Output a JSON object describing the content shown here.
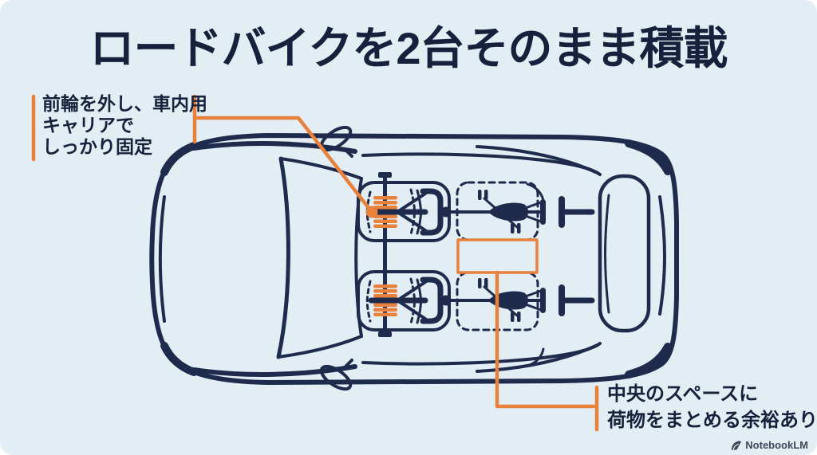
{
  "colors": {
    "background": "#e3edf4",
    "ink": "#16213c",
    "navy": "#1e2b4c",
    "orange": "#e8813c",
    "brand": "#3d4859"
  },
  "title": "ロードバイクを2台そのまま積載",
  "annotations": {
    "front_carrier": {
      "line1": "前輪を外し、車内用",
      "line2": "キャリアで",
      "line3": "しっかり固定"
    },
    "center_space": {
      "line1": "中央のスペースに",
      "line2": "荷物をまとめる余裕あり"
    }
  },
  "diagram": {
    "subject": "car-top-view-with-two-road-bikes",
    "icons": {
      "car": "car-top-view",
      "bike": "road-bike-top-view",
      "carrier": "in-car-fork-mount-carrier-bar",
      "straps": "orange-mount-straps",
      "cargo_zone": "center-cargo-space-box"
    }
  },
  "branding": {
    "label": "NotebookLM",
    "icon": "notebooklm-logo-icon"
  }
}
